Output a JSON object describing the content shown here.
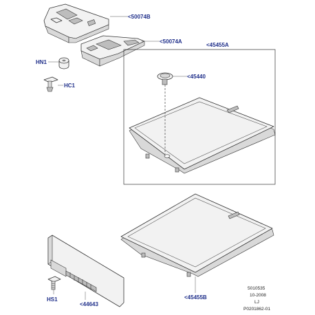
{
  "callouts": {
    "c50074b": "<50074B",
    "c50074a": "<50074A",
    "hn1": "HN1",
    "hc1": "HC1",
    "c45455a": "<45455A",
    "c45440": "<45440",
    "c45455b": "<45455B",
    "hs1": "HS1",
    "c44643": "<44643"
  },
  "footer": {
    "doc_number": "5010535",
    "date": "10-2008",
    "code": "LJ",
    "illustration_id": "P0201862-01"
  },
  "colors": {
    "callout_text": "#1f2f8a",
    "line": "#333333"
  }
}
